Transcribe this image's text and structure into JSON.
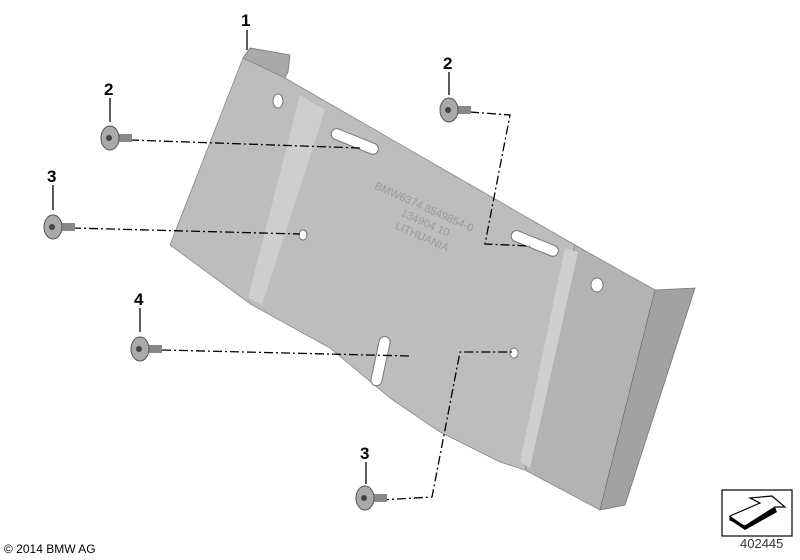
{
  "diagram": {
    "callouts": [
      {
        "id": "label-1",
        "text": "1"
      },
      {
        "id": "label-2a",
        "text": "2"
      },
      {
        "id": "label-2b",
        "text": "2"
      },
      {
        "id": "label-3a",
        "text": "3"
      },
      {
        "id": "label-4",
        "text": "4"
      },
      {
        "id": "label-3b",
        "text": "3"
      }
    ],
    "embossing": [
      "BMW6374 8549854-0",
      "134904 10",
      "LITHUANIA"
    ],
    "colors": {
      "metal": "#b9b9b9",
      "metal_dark": "#9c9c9c",
      "metal_light": "#d0d0d0"
    }
  },
  "footer": {
    "copyright": "© 2014 BMW AG",
    "diagram_number": "402445"
  }
}
